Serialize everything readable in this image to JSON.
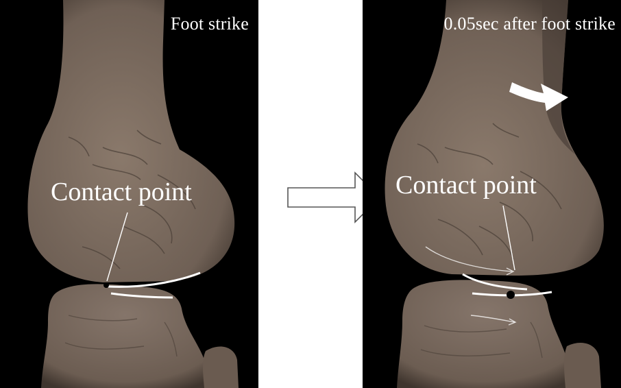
{
  "figure": {
    "left_panel": {
      "title": "Foot strike",
      "callout": "Contact point"
    },
    "right_panel": {
      "title": "0.05sec after foot strike",
      "callout": "Contact point"
    },
    "colors": {
      "background": "#ffffff",
      "panel_background": "#000000",
      "bone": "#7a6a5e",
      "bone_shadow": "#3e342d",
      "bone_highlight": "#8e7d70",
      "annotation": "#ffffff",
      "arrow_outline": "#555555"
    },
    "icons": {
      "transition": "right-arrow-outline-icon",
      "rotation": "rotation-arrow-icon"
    }
  }
}
